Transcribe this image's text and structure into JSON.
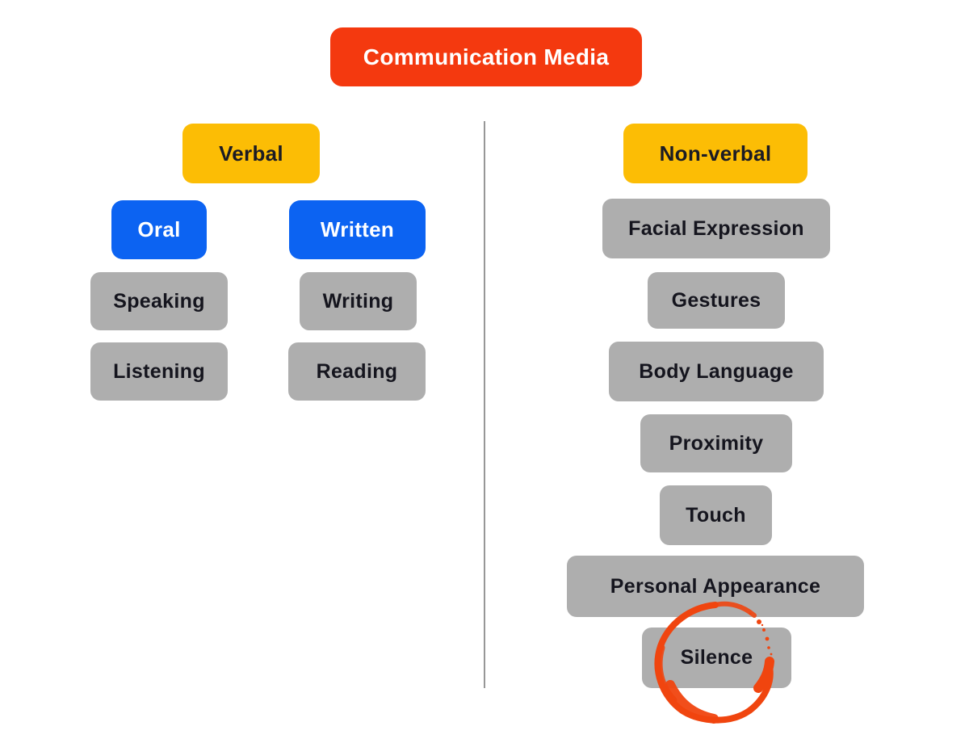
{
  "diagram": {
    "type": "classification-tree",
    "title": {
      "label": "Communication Media"
    },
    "left_branch": {
      "header": "Verbal",
      "sub_headers": [
        "Oral",
        "Written"
      ],
      "oral_items": [
        "Speaking",
        "Listening"
      ],
      "written_items": [
        "Writing",
        "Reading"
      ]
    },
    "right_branch": {
      "header": "Non-verbal",
      "items": [
        "Facial Expression",
        "Gestures",
        "Body Language",
        "Proximity",
        "Touch",
        "Personal Appearance",
        "Silence"
      ]
    },
    "annotation": {
      "shape": "hand-drawn-circle",
      "highlights": "Silence",
      "color": "#F0450F"
    },
    "colors": {
      "root_box": "#F4390F",
      "root_text": "#FFFFFF",
      "category_box": "#FCBD05",
      "category_text": "#1B1B24",
      "subcategory_box": "#0C63F2",
      "subcategory_text": "#FFFFFF",
      "item_box": "#AEAEAE",
      "item_text": "#15151E",
      "divider": "#979797"
    }
  }
}
